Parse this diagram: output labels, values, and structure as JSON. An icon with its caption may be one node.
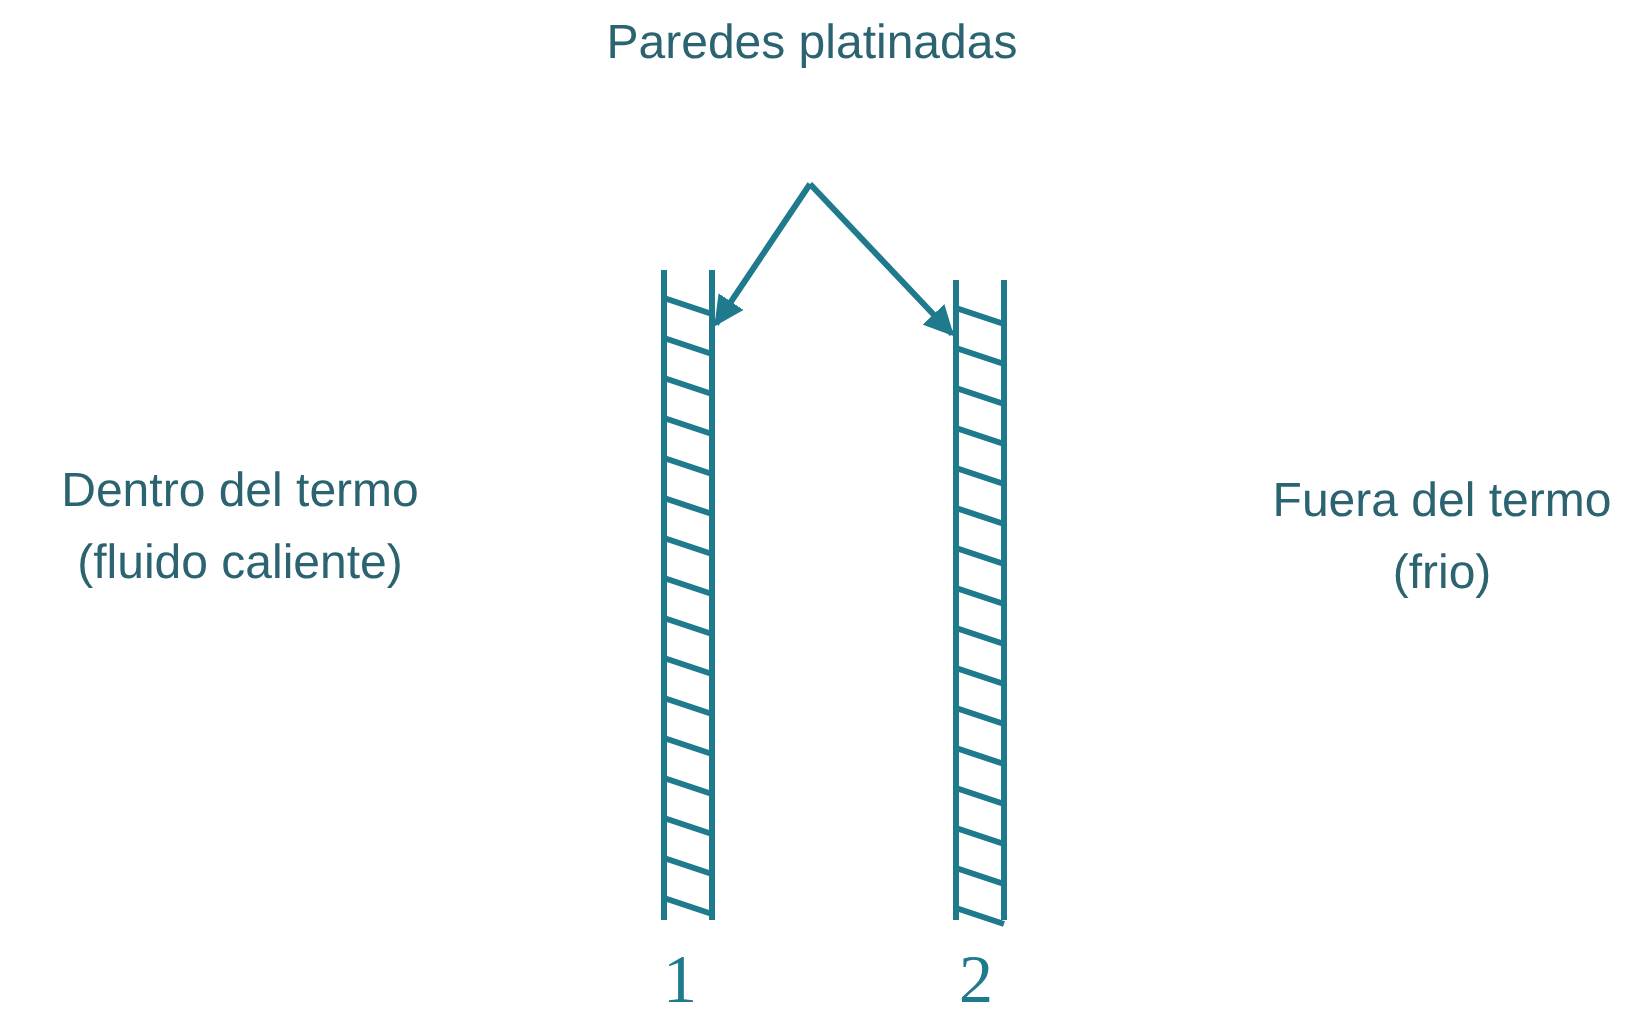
{
  "diagram": {
    "nodes": [
      {
        "text": [
          "Paredes platinadas"
        ]
      },
      {
        "text": [],
        "shape": "bar",
        "beside": [
          "1"
        ]
      },
      {
        "text": [],
        "shape": "bar",
        "beside": [
          "2"
        ]
      }
    ],
    "edges": [
      {
        "from": 0,
        "to": 1,
        "arrow": "to"
      },
      {
        "from": 0,
        "to": 2,
        "arrow": "to"
      }
    ],
    "labels": [
      "Dentro del termo (fluido caliente)",
      "Fuera del termo (frio)"
    ]
  }
}
